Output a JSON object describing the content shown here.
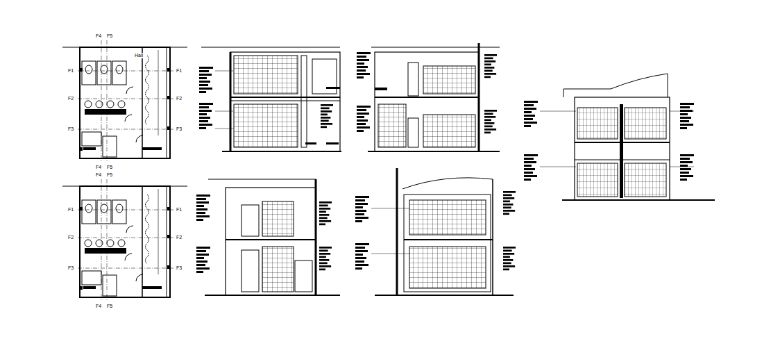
{
  "diagram": {
    "labels": [
      "F4",
      "F5",
      "F1",
      "F1",
      "F2",
      "F2",
      "F3",
      "F3",
      "F4",
      "F5",
      "Hall",
      "F4",
      "F5",
      "F1",
      "F1",
      "F2",
      "F2",
      "F3",
      "F3",
      "F4",
      "F5"
    ]
  }
}
